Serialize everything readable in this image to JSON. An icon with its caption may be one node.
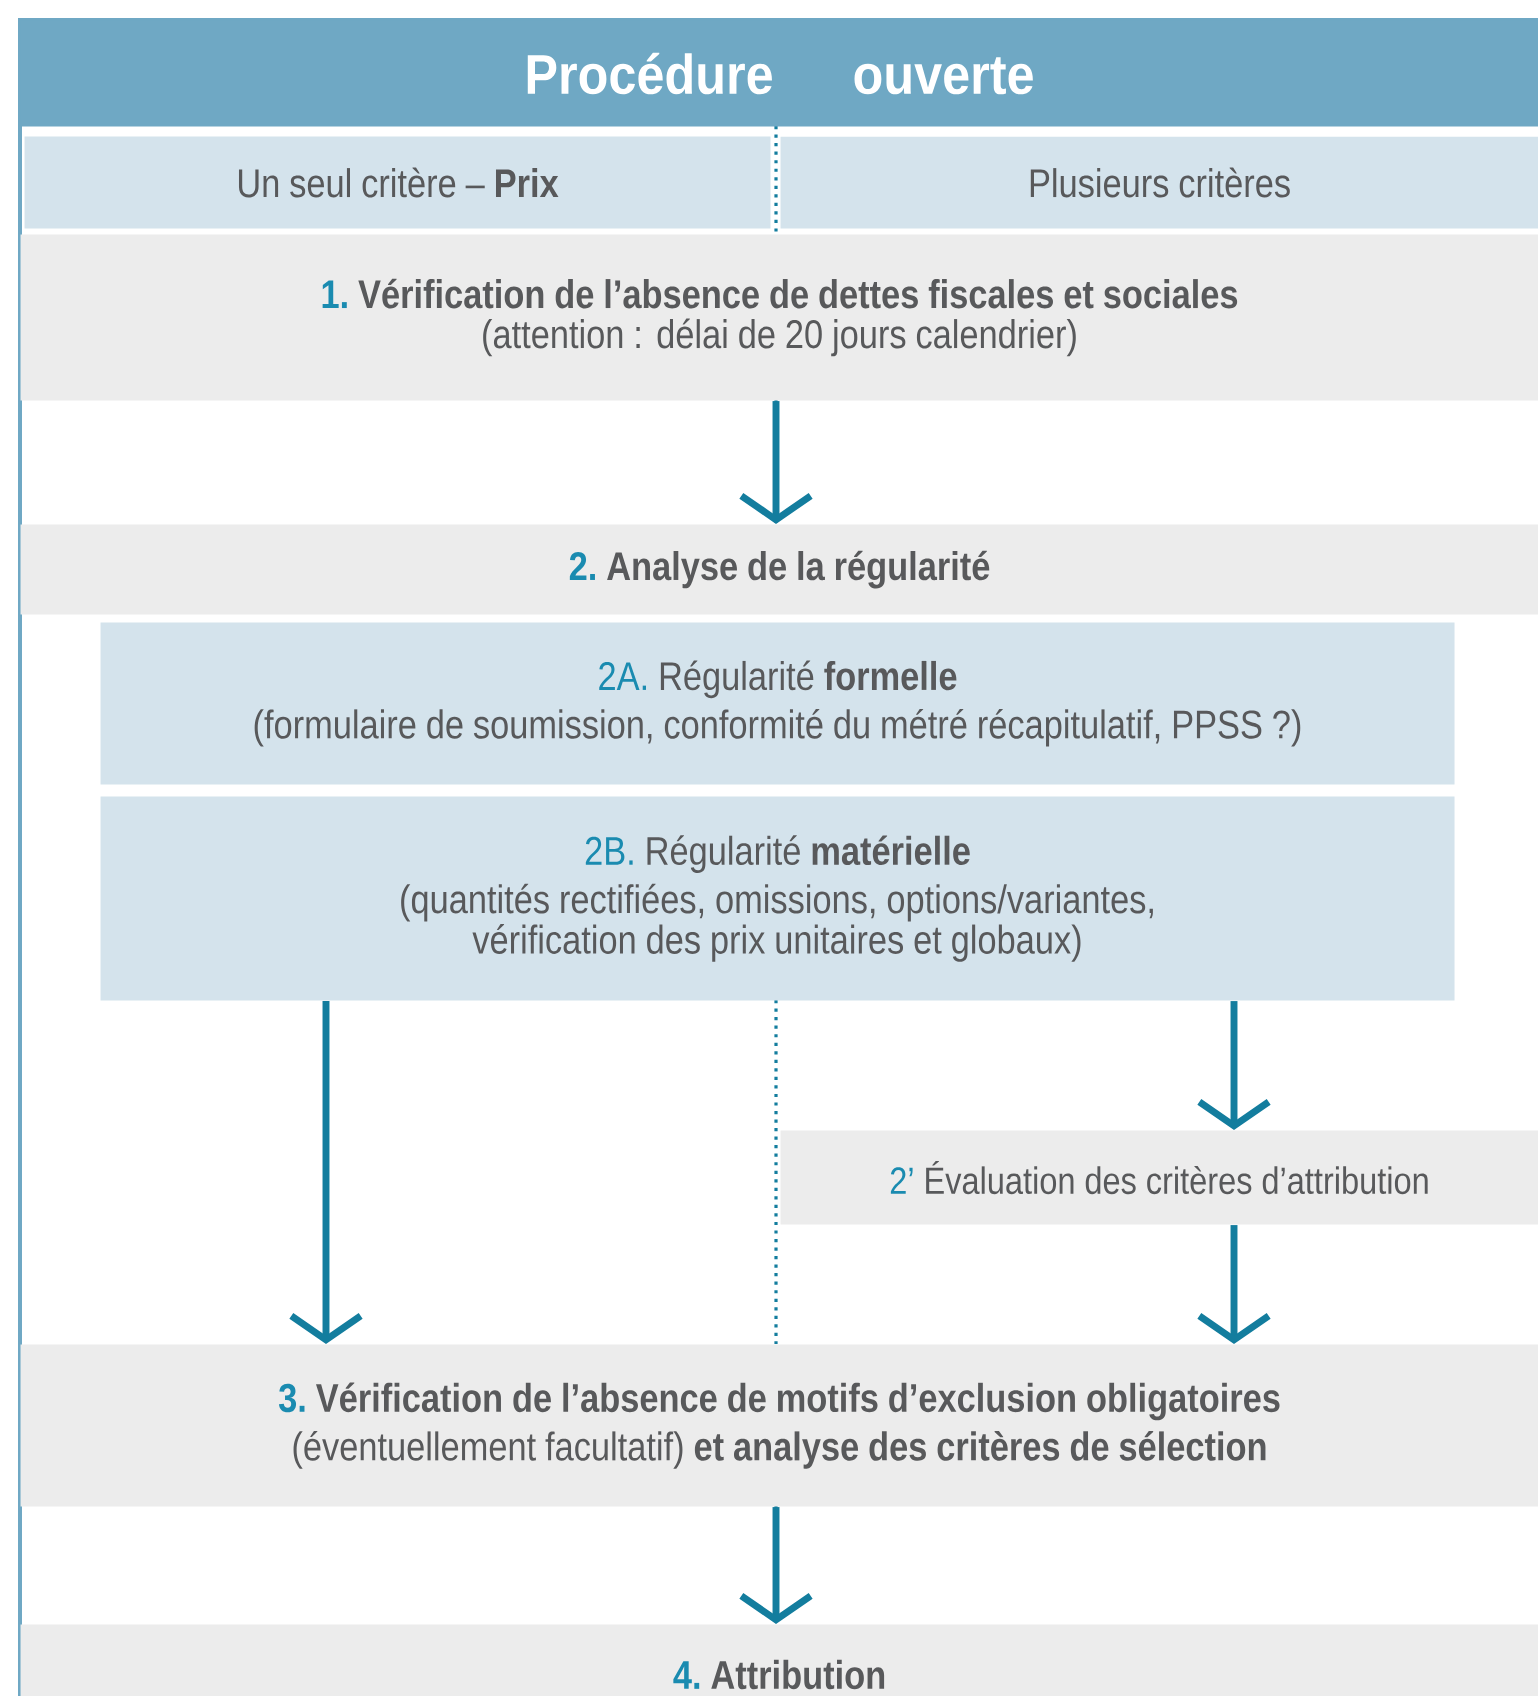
{
  "diagram": {
    "nodes": [
      {
        "text": [
          "Procédure ouverte"
        ]
      },
      {
        "text": [
          "Un seul critère – **Prix**"
        ]
      },
      {
        "text": [
          "Plusieurs critères"
        ]
      },
      {
        "text": [
          "1.",
          "Vérification de l’absence de dettes fiscales et sociales",
          "(attention : délai de 20 jours calendrier)"
        ]
      },
      {
        "text": [
          "2.",
          "Analyse de la régularité"
        ]
      },
      {
        "text": [
          "2A.",
          "Régularité **formelle**",
          "(formulaire de soumission, conformité du métré récapitulatif, PPSS ?)"
        ]
      },
      {
        "text": [
          "2B.",
          "Régularité **matérielle**",
          "(quantités rectifiées, omissions, options/variantes, vérification des prix unitaires et globaux)"
        ]
      },
      {
        "text": [
          "2’",
          "Évaluation des critères d’attribution"
        ]
      },
      {
        "text": [
          "3.",
          "Vérification de l’absence de motifs d’exclusion obligatoires",
          "(éventuellement facultatif) **et analyse des critères de sélection**"
        ]
      },
      {
        "text": [
          "4.",
          "Attribution"
        ]
      }
    ],
    "edges": [
      {
        "from": 3,
        "to": 4,
        "arrow": "to"
      },
      {
        "from": 6,
        "to": 7,
        "arrow": "to"
      },
      {
        "from": 7,
        "to": 8,
        "arrow": "to"
      },
      {
        "from": 6,
        "to": 8,
        "arrow": "to"
      },
      {
        "from": 8,
        "to": 9,
        "arrow": "to"
      }
    ]
  }
}
